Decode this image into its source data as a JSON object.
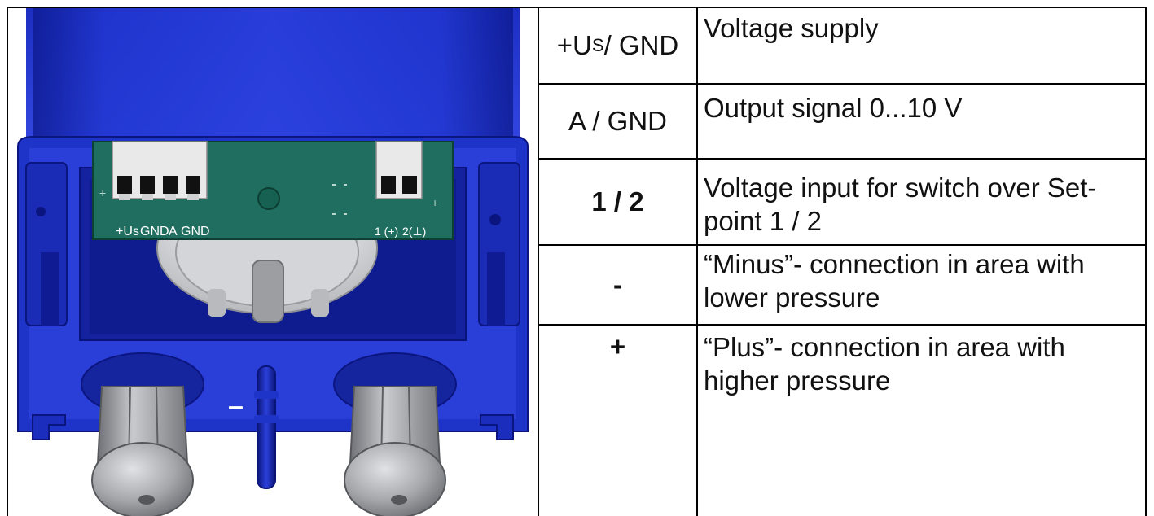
{
  "device": {
    "terminal_labels_left": [
      "+Us",
      "GND",
      "A",
      "GND"
    ],
    "terminal_labels_right": [
      "1 (+)",
      "2(⊥)"
    ],
    "board_plus_marks": [
      "+",
      "+"
    ],
    "port_minus": "–",
    "port_plus": "+"
  },
  "legend": [
    {
      "key": "+U",
      "key_sub": "S",
      "key_rest": "/ GND",
      "lines": [
        "Voltage supply"
      ]
    },
    {
      "key": "A / GND",
      "lines": [
        "Output signal 0...10 V"
      ]
    },
    {
      "key": "1 / 2",
      "lines": [
        "Voltage input for switch over Set-",
        "point 1 /  2"
      ]
    },
    {
      "key": "-",
      "lines": [
        "“Minus”- connection in area with",
        "lower pressure"
      ]
    },
    {
      "key": "+",
      "lines": [
        "“Plus”- connection in area with",
        "higher pressure"
      ]
    }
  ],
  "colors": {
    "housing_blue": "#1f33c9",
    "housing_dark": "#0e1a8a",
    "board_green": "#1f6e5f",
    "gland_grey": "#a7a9ad"
  }
}
